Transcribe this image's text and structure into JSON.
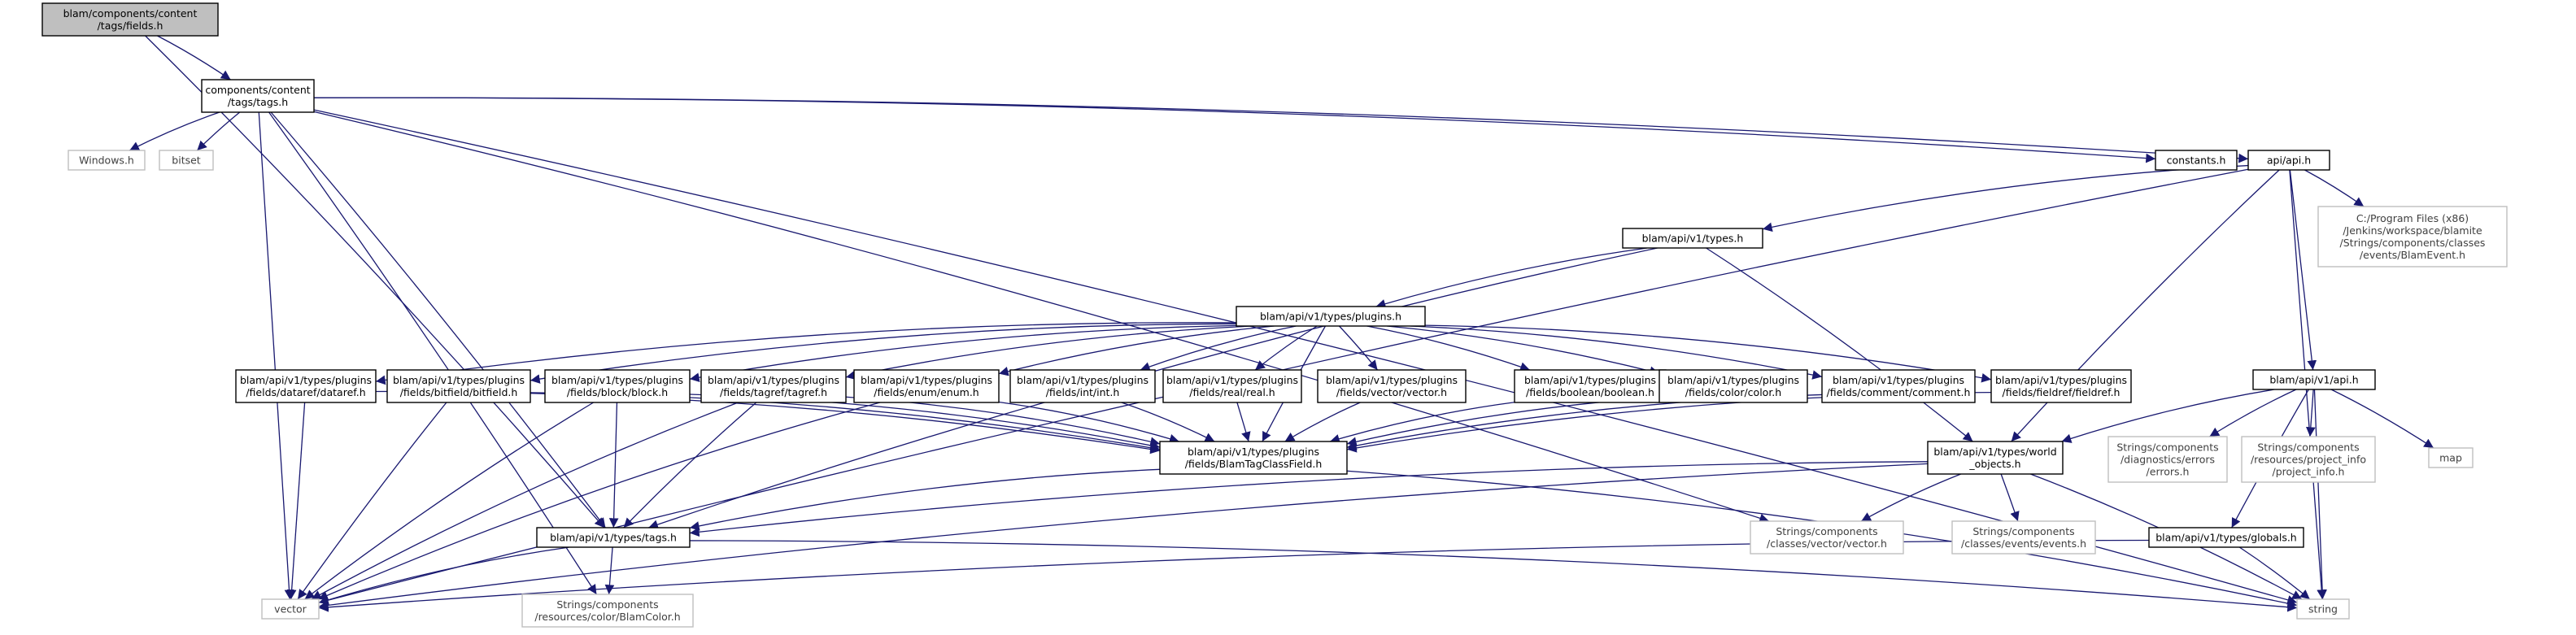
{
  "colors": {
    "edge": "#191970",
    "root_fill": "#bfbfbf",
    "box_stroke": "#000000",
    "external_stroke": "#bfbfbf",
    "text": "#000000",
    "external_text": "#404040",
    "background": "#ffffff"
  },
  "nodes": {
    "fields_h": {
      "label": [
        "blam/components/content",
        "/tags/fields.h"
      ],
      "kind": "root"
    },
    "tags_h_content": {
      "label": [
        "components/content",
        "/tags/tags.h"
      ],
      "kind": "file"
    },
    "windows_h": {
      "label": [
        "Windows.h"
      ],
      "kind": "external"
    },
    "bitset": {
      "label": [
        "bitset"
      ],
      "kind": "external"
    },
    "constants_h": {
      "label": [
        "constants.h"
      ],
      "kind": "file"
    },
    "api_h": {
      "label": [
        "api/api.h"
      ],
      "kind": "file"
    },
    "blamevent_h": {
      "label": [
        "C:/Program Files (x86)",
        "/Jenkins/workspace/blamite",
        "/Strings/components/classes",
        "/events/BlamEvent.h"
      ],
      "kind": "external"
    },
    "types_h": {
      "label": [
        "blam/api/v1/types.h"
      ],
      "kind": "file"
    },
    "plugins_h": {
      "label": [
        "blam/api/v1/types/plugins.h"
      ],
      "kind": "file"
    },
    "dataref_h": {
      "label": [
        "blam/api/v1/types/plugins",
        "/fields/dataref/dataref.h"
      ],
      "kind": "file"
    },
    "bitfield_h": {
      "label": [
        "blam/api/v1/types/plugins",
        "/fields/bitfield/bitfield.h"
      ],
      "kind": "file"
    },
    "block_h": {
      "label": [
        "blam/api/v1/types/plugins",
        "/fields/block/block.h"
      ],
      "kind": "file"
    },
    "tagref_h": {
      "label": [
        "blam/api/v1/types/plugins",
        "/fields/tagref/tagref.h"
      ],
      "kind": "file"
    },
    "enum_h": {
      "label": [
        "blam/api/v1/types/plugins",
        "/fields/enum/enum.h"
      ],
      "kind": "file"
    },
    "int_h": {
      "label": [
        "blam/api/v1/types/plugins",
        "/fields/int/int.h"
      ],
      "kind": "file"
    },
    "real_h": {
      "label": [
        "blam/api/v1/types/plugins",
        "/fields/real/real.h"
      ],
      "kind": "file"
    },
    "vector_field_h": {
      "label": [
        "blam/api/v1/types/plugins",
        "/fields/vector/vector.h"
      ],
      "kind": "file"
    },
    "boolean_h": {
      "label": [
        "blam/api/v1/types/plugins",
        "/fields/boolean/boolean.h"
      ],
      "kind": "file"
    },
    "color_h": {
      "label": [
        "blam/api/v1/types/plugins",
        "/fields/color/color.h"
      ],
      "kind": "file"
    },
    "comment_h": {
      "label": [
        "blam/api/v1/types/plugins",
        "/fields/comment/comment.h"
      ],
      "kind": "file"
    },
    "fieldref_h": {
      "label": [
        "blam/api/v1/types/plugins",
        "/fields/fieldref/fieldref.h"
      ],
      "kind": "file"
    },
    "tagclassfield_h": {
      "label": [
        "blam/api/v1/types/plugins",
        "/fields/BlamTagClassField.h"
      ],
      "kind": "file"
    },
    "v1_api_h": {
      "label": [
        "blam/api/v1/api.h"
      ],
      "kind": "file"
    },
    "errors_h": {
      "label": [
        "Strings/components",
        "/diagnostics/errors",
        "/errors.h"
      ],
      "kind": "external"
    },
    "project_info_h": {
      "label": [
        "Strings/components",
        "/resources/project_info",
        "/project_info.h"
      ],
      "kind": "external"
    },
    "map": {
      "label": [
        "map"
      ],
      "kind": "external"
    },
    "world_objects_h": {
      "label": [
        "blam/api/v1/types/world",
        "_objects.h"
      ],
      "kind": "file"
    },
    "events_h": {
      "label": [
        "Strings/components",
        "/classes/events/events.h"
      ],
      "kind": "external"
    },
    "vector_class_h": {
      "label": [
        "Strings/components",
        "/classes/vector/vector.h"
      ],
      "kind": "external"
    },
    "types_tags_h": {
      "label": [
        "blam/api/v1/types/tags.h"
      ],
      "kind": "file"
    },
    "globals_h": {
      "label": [
        "blam/api/v1/types/globals.h"
      ],
      "kind": "file"
    },
    "vector": {
      "label": [
        "vector"
      ],
      "kind": "external"
    },
    "blamcolor_h": {
      "label": [
        "Strings/components",
        "/resources/color/BlamColor.h"
      ],
      "kind": "external"
    },
    "string": {
      "label": [
        "string"
      ],
      "kind": "external"
    }
  },
  "edges": [
    [
      "fields_h",
      "tags_h_content"
    ],
    [
      "fields_h",
      "types_tags_h"
    ],
    [
      "tags_h_content",
      "windows_h"
    ],
    [
      "tags_h_content",
      "bitset"
    ],
    [
      "tags_h_content",
      "vector"
    ],
    [
      "tags_h_content",
      "constants_h"
    ],
    [
      "tags_h_content",
      "api_h"
    ],
    [
      "tags_h_content",
      "string"
    ],
    [
      "tags_h_content",
      "vector_class_h"
    ],
    [
      "tags_h_content",
      "blamcolor_h"
    ],
    [
      "tags_h_content",
      "types_tags_h"
    ],
    [
      "api_h",
      "blamevent_h"
    ],
    [
      "api_h",
      "types_h"
    ],
    [
      "api_h",
      "v1_api_h"
    ],
    [
      "api_h",
      "string"
    ],
    [
      "api_h",
      "vector"
    ],
    [
      "api_h",
      "world_objects_h"
    ],
    [
      "types_h",
      "plugins_h"
    ],
    [
      "types_h",
      "types_tags_h"
    ],
    [
      "types_h",
      "world_objects_h"
    ],
    [
      "plugins_h",
      "dataref_h"
    ],
    [
      "plugins_h",
      "bitfield_h"
    ],
    [
      "plugins_h",
      "block_h"
    ],
    [
      "plugins_h",
      "tagref_h"
    ],
    [
      "plugins_h",
      "enum_h"
    ],
    [
      "plugins_h",
      "int_h"
    ],
    [
      "plugins_h",
      "real_h"
    ],
    [
      "plugins_h",
      "vector_field_h"
    ],
    [
      "plugins_h",
      "boolean_h"
    ],
    [
      "plugins_h",
      "color_h"
    ],
    [
      "plugins_h",
      "comment_h"
    ],
    [
      "plugins_h",
      "fieldref_h"
    ],
    [
      "plugins_h",
      "tagclassfield_h"
    ],
    [
      "dataref_h",
      "tagclassfield_h"
    ],
    [
      "dataref_h",
      "vector"
    ],
    [
      "bitfield_h",
      "tagclassfield_h"
    ],
    [
      "bitfield_h",
      "vector"
    ],
    [
      "block_h",
      "tagclassfield_h"
    ],
    [
      "block_h",
      "types_tags_h"
    ],
    [
      "block_h",
      "vector"
    ],
    [
      "tagref_h",
      "tagclassfield_h"
    ],
    [
      "tagref_h",
      "types_tags_h"
    ],
    [
      "tagref_h",
      "vector"
    ],
    [
      "enum_h",
      "tagclassfield_h"
    ],
    [
      "enum_h",
      "vector"
    ],
    [
      "int_h",
      "tagclassfield_h"
    ],
    [
      "real_h",
      "tagclassfield_h"
    ],
    [
      "vector_field_h",
      "tagclassfield_h"
    ],
    [
      "boolean_h",
      "tagclassfield_h"
    ],
    [
      "color_h",
      "tagclassfield_h"
    ],
    [
      "comment_h",
      "tagclassfield_h"
    ],
    [
      "fieldref_h",
      "tagclassfield_h"
    ],
    [
      "tagclassfield_h",
      "types_tags_h"
    ],
    [
      "tagclassfield_h",
      "string"
    ],
    [
      "v1_api_h",
      "errors_h"
    ],
    [
      "v1_api_h",
      "project_info_h"
    ],
    [
      "v1_api_h",
      "map"
    ],
    [
      "v1_api_h",
      "string"
    ],
    [
      "v1_api_h",
      "world_objects_h"
    ],
    [
      "v1_api_h",
      "globals_h"
    ],
    [
      "world_objects_h",
      "types_tags_h"
    ],
    [
      "world_objects_h",
      "vector_class_h"
    ],
    [
      "world_objects_h",
      "events_h"
    ],
    [
      "world_objects_h",
      "string"
    ],
    [
      "world_objects_h",
      "vector"
    ],
    [
      "types_tags_h",
      "vector"
    ],
    [
      "types_tags_h",
      "blamcolor_h"
    ],
    [
      "types_tags_h",
      "string"
    ],
    [
      "globals_h",
      "string"
    ],
    [
      "globals_h",
      "vector"
    ]
  ]
}
